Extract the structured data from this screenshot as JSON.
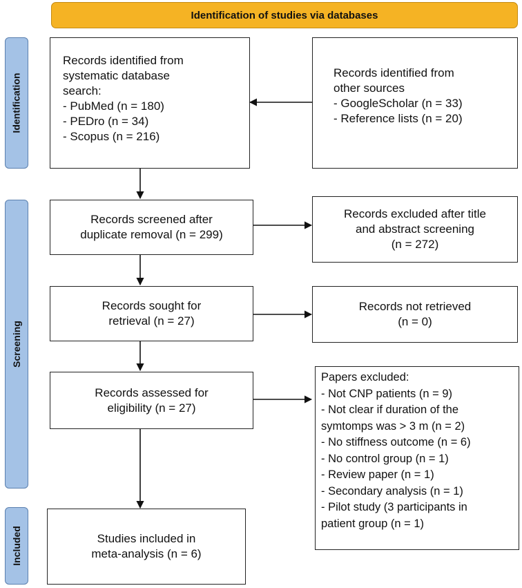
{
  "banner": {
    "title": "Identification of studies via databases"
  },
  "phases": {
    "identification": "Identification",
    "screening": "Screening",
    "included": "Included"
  },
  "boxes": {
    "database_search": {
      "lines": [
        "Records identified from",
        "systematic database",
        "search:",
        "- PubMed (n = 180)",
        "- PEDro (n = 34)",
        "- Scopus (n = 216)"
      ]
    },
    "other_sources": {
      "lines": [
        "Records identified from",
        "other sources",
        "- GoogleScholar (n = 33)",
        "- Reference lists (n = 20)"
      ]
    },
    "screened": {
      "lines": [
        "Records screened after",
        "duplicate removal (n = 299)"
      ]
    },
    "excluded_title_abstract": {
      "lines": [
        "Records excluded after title",
        "and abstract screening",
        "(n = 272)"
      ]
    },
    "sought_retrieval": {
      "lines": [
        "Records sought for",
        "retrieval (n = 27)"
      ]
    },
    "not_retrieved": {
      "lines": [
        "Records not retrieved",
        "(n = 0)"
      ]
    },
    "assessed_eligibility": {
      "lines": [
        "Records assessed for",
        "eligibility (n = 27)"
      ]
    },
    "papers_excluded": {
      "lines": [
        "Papers excluded:",
        "- Not CNP patients (n = 9)",
        "- Not clear if duration of the",
        "symtomps was > 3 m (n = 2)",
        "- No stiffness outcome (n = 6)",
        "- No control group (n = 1)",
        "- Review paper (n = 1)",
        "- Secondary analysis (n = 1)",
        "- Pilot study (3 participants in",
        "patient group (n = 1)"
      ]
    },
    "included_studies": {
      "lines": [
        "Studies included in",
        "meta-analysis (n = 6)"
      ]
    }
  },
  "colors": {
    "banner_fill": "#f5b324",
    "phase_fill": "#a4c2e6",
    "stroke": "#222222"
  }
}
